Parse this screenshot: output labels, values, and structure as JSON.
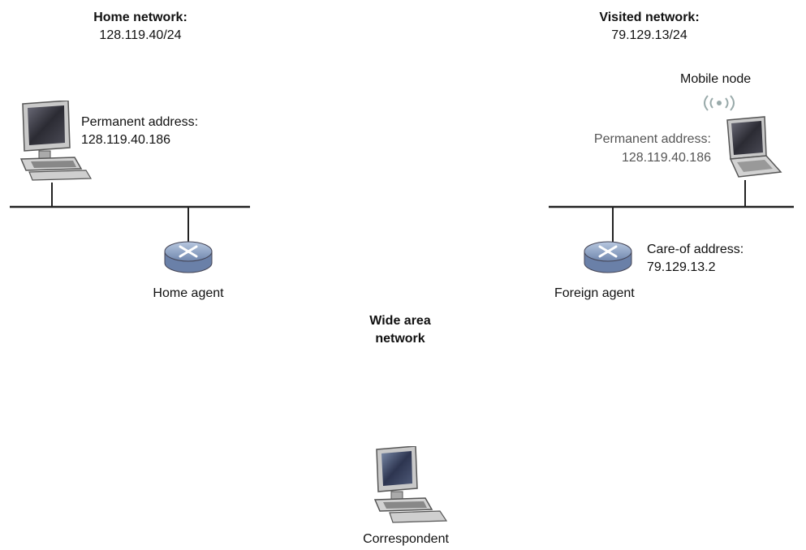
{
  "home_network": {
    "title": "Home network:",
    "prefix": "128.119.40/24",
    "host_label": "Permanent address:",
    "host_address": "128.119.40.186",
    "agent_label": "Home agent"
  },
  "visited_network": {
    "title": "Visited network:",
    "prefix": "79.129.13/24",
    "mobile_node_label": "Mobile node",
    "mobile_perm_label": "Permanent address:",
    "mobile_perm_address": "128.119.40.186",
    "care_of_label": "Care-of address:",
    "care_of_address": "79.129.13.2",
    "agent_label": "Foreign agent"
  },
  "wan": {
    "line1": "Wide area",
    "line2": "network"
  },
  "correspondent": {
    "label": "Correspondent"
  },
  "colors": {
    "monitor_body": "#c8c8c8",
    "screen": "#3a3a44",
    "router": "#8ea4c8",
    "wire": "#222222"
  }
}
